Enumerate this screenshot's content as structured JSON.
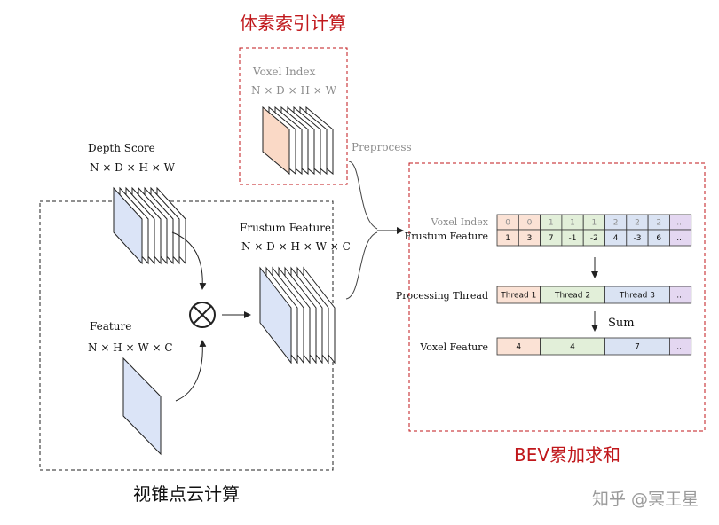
{
  "voxel_index_section": {
    "title": "体素索引计算",
    "label": "Voxel Index",
    "dims": "N × D × H × W"
  },
  "preprocess_label": "Preprocess",
  "frustum_section": {
    "title": "视锥点云计算",
    "depth_score_label": "Depth Score",
    "depth_score_dims": "N × D × H × W",
    "feature_label": "Feature",
    "feature_dims": "N × H × W × C",
    "frustum_feature_label": "Frustum Feature",
    "frustum_feature_dims": "N × D × H × W × C",
    "operator_symbol": "⊗"
  },
  "bev_section": {
    "title": "BEV累加求和",
    "voxel_index_label": "Voxel Index",
    "frustum_feature_label": "Frustum Feature",
    "voxel_index_values": [
      "0",
      "0",
      "1",
      "1",
      "1",
      "2",
      "2",
      "2",
      "..."
    ],
    "frustum_feature_values": [
      "1",
      "3",
      "7",
      "-1",
      "-2",
      "4",
      "-3",
      "6",
      "..."
    ],
    "processing_thread_label": "Processing Thread",
    "threads": [
      "Thread 1",
      "Thread 2",
      "Thread 3",
      "..."
    ],
    "sum_label": "Sum",
    "voxel_feature_label": "Voxel Feature",
    "voxel_feature_values": [
      "4",
      "4",
      "7",
      "..."
    ]
  },
  "watermark": "知乎 @冥王星",
  "colors": {
    "section_title_red": "#c0171b",
    "dashed_red": "#c0171b",
    "group_peach": "#fbe2d5",
    "group_green": "#e2efd9",
    "group_blue": "#dae3f3",
    "group_purple": "#e4d7f1",
    "stack_blue": "#dbe4f7",
    "stack_peach": "#fad9c6",
    "grey_text": "#8c8c8c"
  }
}
